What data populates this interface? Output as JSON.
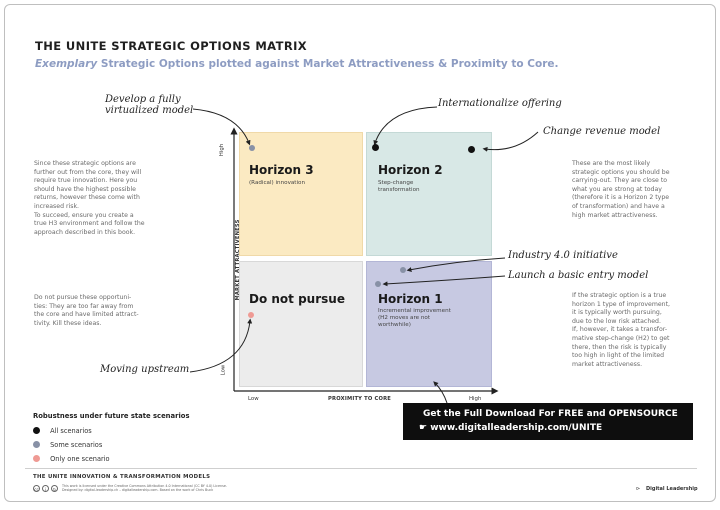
{
  "header": {
    "title": "THE UNITE STRATEGIC OPTIONS MATRIX",
    "subtitle_lead": "Exemplary",
    "subtitle_rest": " Strategic Options plotted against Market Attractiveness & Proximity to Core."
  },
  "left_text": {
    "para1": [
      "Since these strategic options are",
      "further out from the core, they will",
      "require true innovation. Here you",
      "should have the highest possible",
      "returns, however these come with",
      "increased risk.",
      "To succeed, ensure you create a",
      "true H3 environment and follow the",
      "approach described in this book."
    ],
    "para2": [
      "Do not pursue these opportuni-",
      "ties: They are too far away from",
      "the core and have limited attract-",
      "tivity. Kill these ideas."
    ]
  },
  "right_text": {
    "para1": [
      "These are the most likely",
      "strategic options you should be",
      "carrying-out. They are close to",
      "what you are strong at today",
      "(therefore it is a Horizon 2 type",
      "of transformation) and have a",
      "high market attractiveness."
    ],
    "para2": [
      "If the strategic option is a true",
      "horizon 1 type of improvement,",
      "it is typically worth pursuing,",
      "due to the low risk attached.",
      "If, however, it takes a transfor-",
      "mative step-change (H2) to get",
      "there, then the risk is typically",
      "too high in light of the limited",
      "market attractiveness."
    ]
  },
  "quadrants": {
    "h3": {
      "title": "Horizon 3",
      "sub": "(Radical) innovation"
    },
    "h2": {
      "title": "Horizon 2",
      "sub1": "Step-change",
      "sub2": "transformation"
    },
    "dnp": {
      "title": "Do not pursue"
    },
    "h1": {
      "title": "Horizon 1",
      "sub1": "Incremental improvement",
      "sub2": "(H2 moves are not",
      "sub3": "worthwhile)"
    }
  },
  "axes": {
    "y_label": "MARKET ATTRACTIVENESS",
    "x_label": "PROXIMITY TO CORE",
    "y_high": "High",
    "y_low": "Low",
    "x_low": "Low",
    "x_high": "High"
  },
  "annotations": {
    "virtualized_1": "Develop a fully",
    "virtualized_2": "virtualized model",
    "internationalize": "Internationalize offering",
    "revenue": "Change revenue model",
    "industry": "Industry 4.0 initiative",
    "entry": "Launch a basic entry model",
    "upstream": "Moving upstream"
  },
  "legend": {
    "title": "Robustness under future state scenarios",
    "items": [
      {
        "label": "All scenarios",
        "color": "#111111"
      },
      {
        "label": "Some scenarios",
        "color": "#8891a6"
      },
      {
        "label": "Only one scenario",
        "color": "#ef9a94"
      }
    ]
  },
  "banner": {
    "line1": "Get the Full Download For FREE and OPENSOURCE",
    "line2": "www.digitalleadership.com/UNITE"
  },
  "footer": {
    "title": "THE UNITE INNOVATION & TRANSFORMATION MODELS",
    "line1": "This work is licensed under the Creative Commons Attribution 4.0 International (CC BY 4.0) License.",
    "line2": "Designed by: digital-leadership.ch – digitalleadership.com. Based on the work of Chris Buck",
    "brand": "Digital Leadership"
  },
  "colors": {
    "horizon3": "#fbeac2",
    "horizon2": "#d8e8e6",
    "do_not_pursue": "#ececec",
    "horizon1": "#c7c9e2",
    "subtitle": "#8d9cc2"
  }
}
